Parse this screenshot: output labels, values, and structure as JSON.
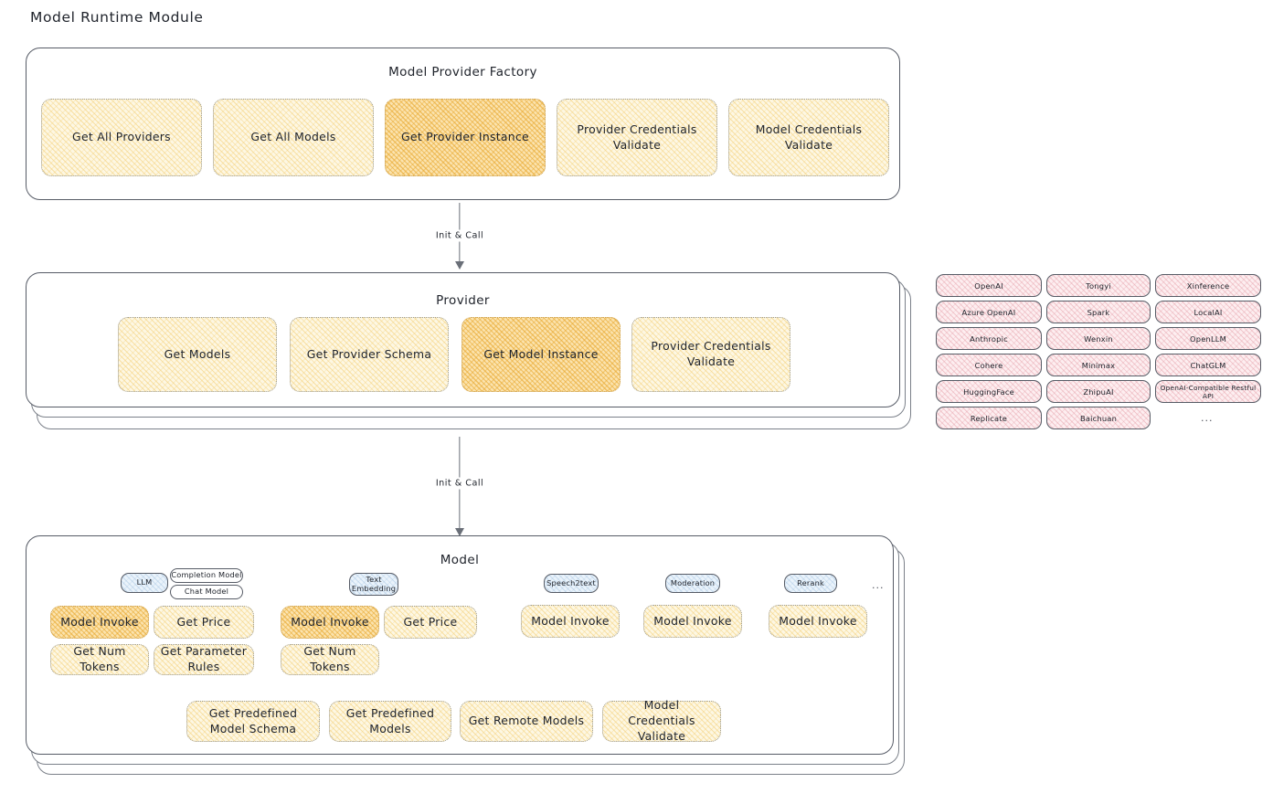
{
  "title": "Model Runtime Module",
  "panels": {
    "factory": {
      "title": "Model Provider Factory",
      "boxes": [
        {
          "label": "Get All Providers",
          "highlight": false
        },
        {
          "label": "Get All Models",
          "highlight": false
        },
        {
          "label": "Get Provider Instance",
          "highlight": true
        },
        {
          "label": "Provider Credentials Validate",
          "highlight": false
        },
        {
          "label": "Model Credentials Validate",
          "highlight": false
        }
      ]
    },
    "provider": {
      "title": "Provider",
      "boxes": [
        {
          "label": "Get Models",
          "highlight": false
        },
        {
          "label": "Get Provider Schema",
          "highlight": false
        },
        {
          "label": "Get Model Instance",
          "highlight": true
        },
        {
          "label": "Provider Credentials Validate",
          "highlight": false
        }
      ]
    },
    "model": {
      "title": "Model",
      "groups": [
        {
          "tag": "LLM",
          "subtags": [
            "Completion Model",
            "Chat Model"
          ],
          "boxes": [
            {
              "label": "Model Invoke",
              "highlight": true
            },
            {
              "label": "Get Price",
              "highlight": false
            },
            {
              "label": "Get Num Tokens",
              "highlight": false
            },
            {
              "label": "Get Parameter Rules",
              "highlight": false
            }
          ]
        },
        {
          "tag": "Text Embedding",
          "subtags": [],
          "boxes": [
            {
              "label": "Model Invoke",
              "highlight": true
            },
            {
              "label": "Get Price",
              "highlight": false
            },
            {
              "label": "Get Num Tokens",
              "highlight": false
            }
          ]
        },
        {
          "tag": "Speech2text",
          "subtags": [],
          "boxes": [
            {
              "label": "Model Invoke",
              "highlight": false
            }
          ]
        },
        {
          "tag": "Moderation",
          "subtags": [],
          "boxes": [
            {
              "label": "Model Invoke",
              "highlight": false
            }
          ]
        },
        {
          "tag": "Rerank",
          "subtags": [],
          "boxes": [
            {
              "label": "Model Invoke",
              "highlight": false
            }
          ]
        }
      ],
      "more": "...",
      "common_boxes": [
        {
          "label": "Get Predefined Model Schema"
        },
        {
          "label": "Get Predefined Models"
        },
        {
          "label": "Get Remote Models"
        },
        {
          "label": "Model Credentials Validate"
        }
      ]
    }
  },
  "connectors": [
    {
      "label": "Init & Call"
    },
    {
      "label": "Init & Call"
    }
  ],
  "provider_list": {
    "columns": [
      [
        "OpenAI",
        "Azure OpenAI",
        "Anthropic",
        "Cohere",
        "HuggingFace",
        "Replicate"
      ],
      [
        "Tongyi",
        "Spark",
        "Wenxin",
        "Minimax",
        "ZhipuAI",
        "Baichuan"
      ],
      [
        "Xinference",
        "LocalAI",
        "OpenLLM",
        "ChatGLM",
        "OpenAI-Compatible Restful API"
      ]
    ],
    "more": "..."
  },
  "colors": {
    "highlight_fill": "#fbe3ae",
    "light_fill": "#fdf7e3",
    "provider_chip": "#fdeef0",
    "category_tag": "#eaf3fb",
    "stroke": "#565b66"
  }
}
